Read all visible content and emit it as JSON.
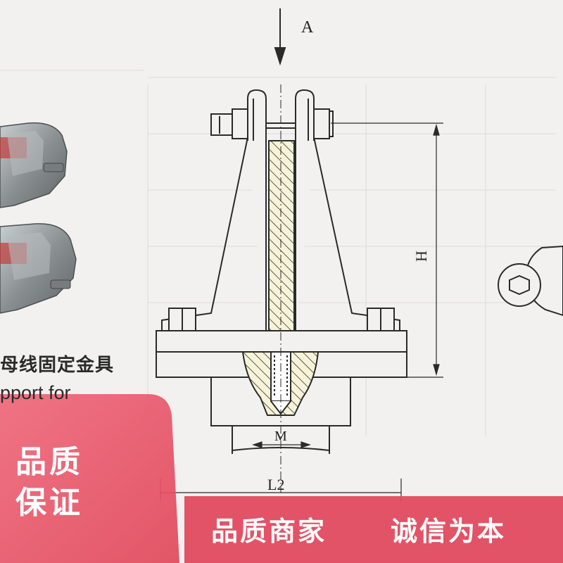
{
  "diagram": {
    "labels": {
      "arrow_label": "A",
      "height_label": "H",
      "bolt_label": "M",
      "length_label": "L2"
    }
  },
  "captions": {
    "chinese_partial": "母线固定金具",
    "english_partial": "pport for"
  },
  "badge": {
    "line1": "品质",
    "line2": "保证",
    "color": "#e8536a"
  },
  "banner": {
    "left_text": "品质商家",
    "right_text": "诚信为本",
    "color": "#e04a5f"
  },
  "colors": {
    "background": "#f2f1ef",
    "line": "#2a2a2a",
    "hatch_fill": "#f7f3d8",
    "product_metal": "#8a9092"
  }
}
